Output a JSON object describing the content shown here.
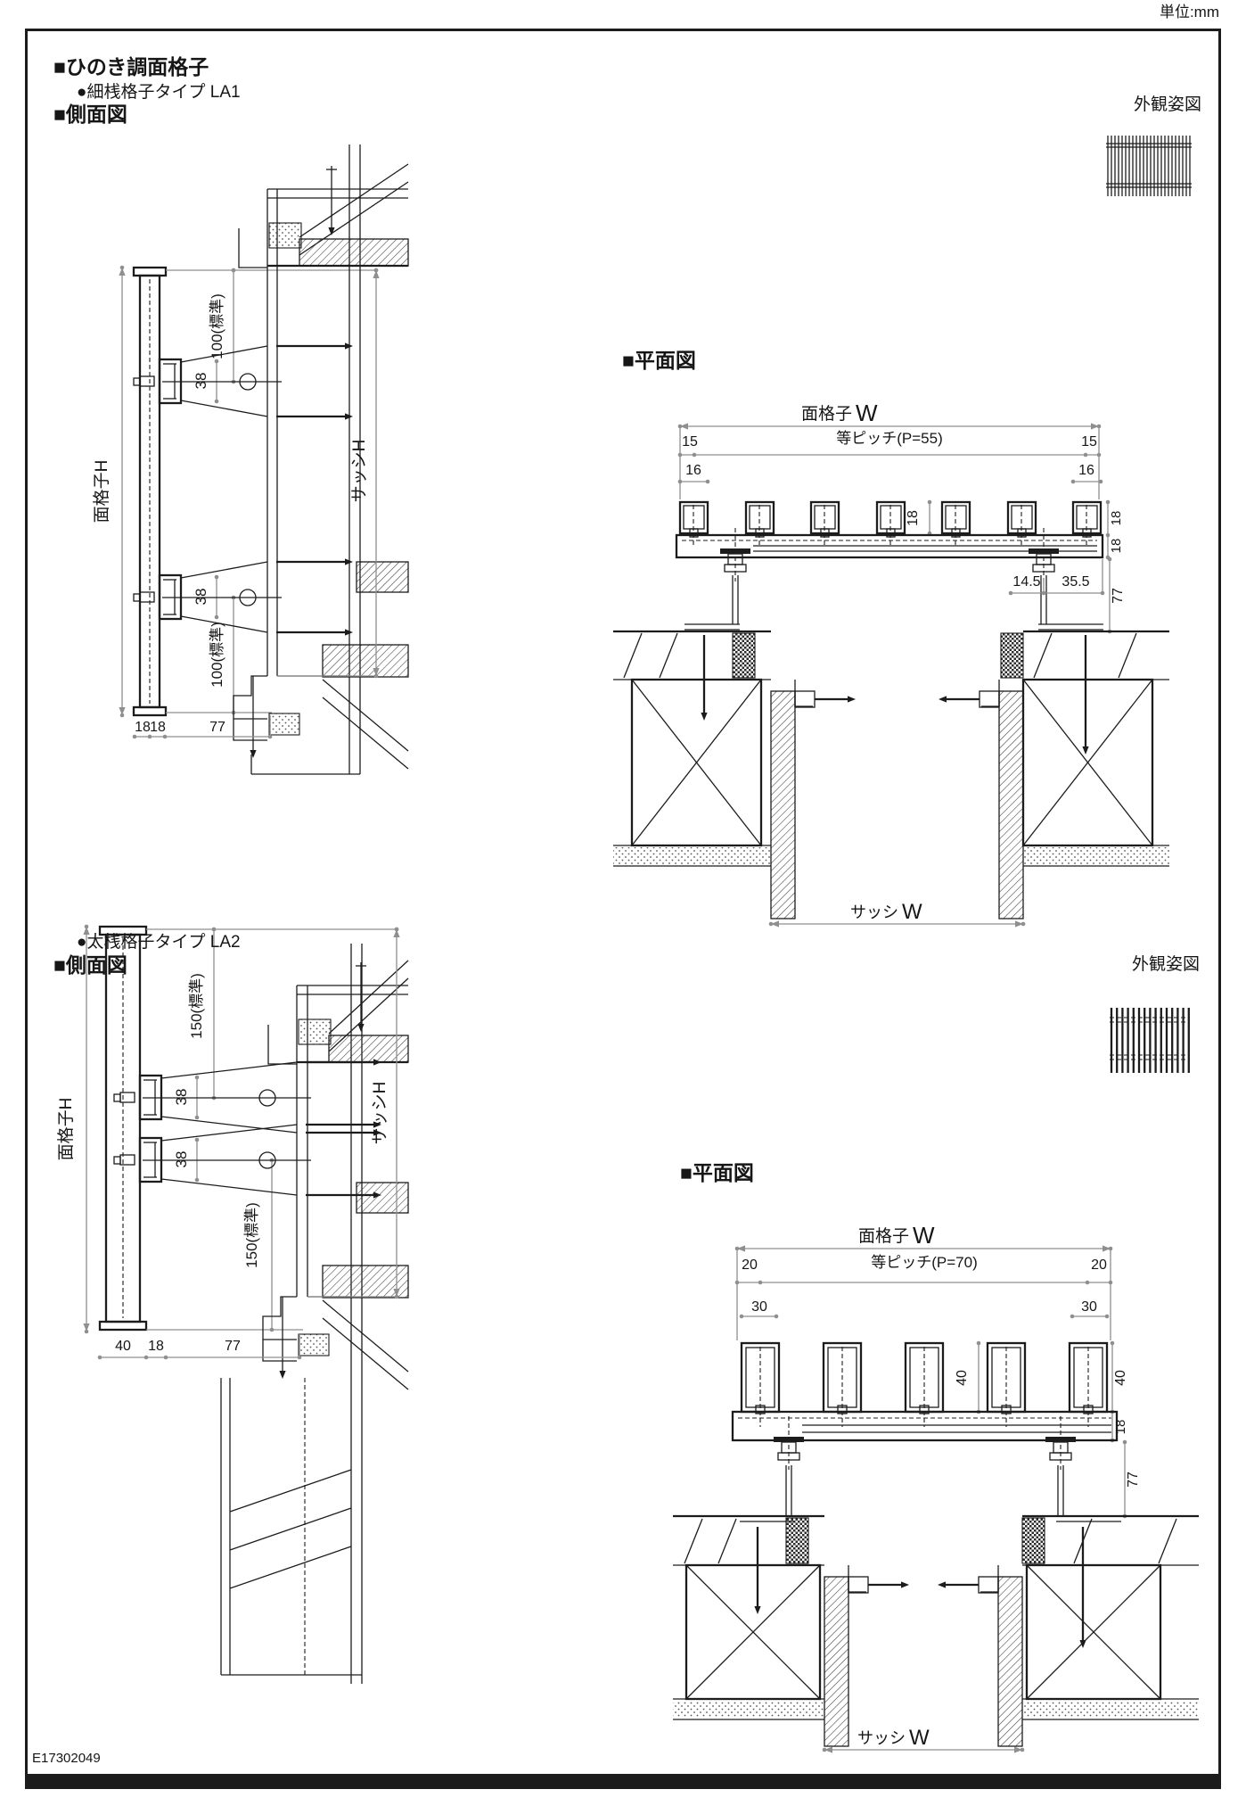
{
  "page": {
    "unit_note": "単位:mm",
    "doc_code": "E17302049"
  },
  "sections": [
    {
      "title": "■ひのき調面格子",
      "type_label": "●細桟格子タイプ LA1",
      "side_view_title": "■側面図",
      "plan_view_title": "■平面図",
      "appearance_title": "外観姿図",
      "side": {
        "grille_height": "面格子H",
        "sash_height": "サッシH",
        "offset_top": "100(標準)",
        "offset_bottom": "100(標準)",
        "bracket_depth_top": "38",
        "bracket_depth_bottom": "38",
        "bottom_dims": [
          "18",
          "18",
          "77"
        ]
      },
      "plan": {
        "grille_width_prefix": "面格子",
        "grille_width_symbol": "W",
        "pitch_note": "等ピッチ(P=55)",
        "edges": [
          "15",
          "15"
        ],
        "bar_widths": [
          "16",
          "16"
        ],
        "bar_depth": "18",
        "right_dims": [
          "18",
          "18"
        ],
        "foot_dims": [
          "14.5",
          "35.5"
        ],
        "standoff": "77",
        "sash_width_prefix": "サッシ",
        "sash_width_symbol": "W"
      }
    },
    {
      "type_label": "●太桟格子タイプ LA2",
      "side_view_title": "■側面図",
      "plan_view_title": "■平面図",
      "appearance_title": "外観姿図",
      "side": {
        "grille_height": "面格子H",
        "sash_height": "サッシH",
        "offset_top": "150(標準)",
        "offset_bottom": "150(標準)",
        "bracket_depth_top": "38",
        "bracket_depth_bottom": "38",
        "bottom_dims": [
          "40",
          "18",
          "77"
        ]
      },
      "plan": {
        "grille_width_prefix": "面格子",
        "grille_width_symbol": "W",
        "pitch_note": "等ピッチ(P=70)",
        "edges": [
          "20",
          "20"
        ],
        "bar_widths": [
          "30",
          "30"
        ],
        "bar_depth": "40",
        "right_dims": [
          "40",
          "18"
        ],
        "standoff": "77",
        "sash_width_prefix": "サッシ",
        "sash_width_symbol": "W"
      }
    }
  ]
}
